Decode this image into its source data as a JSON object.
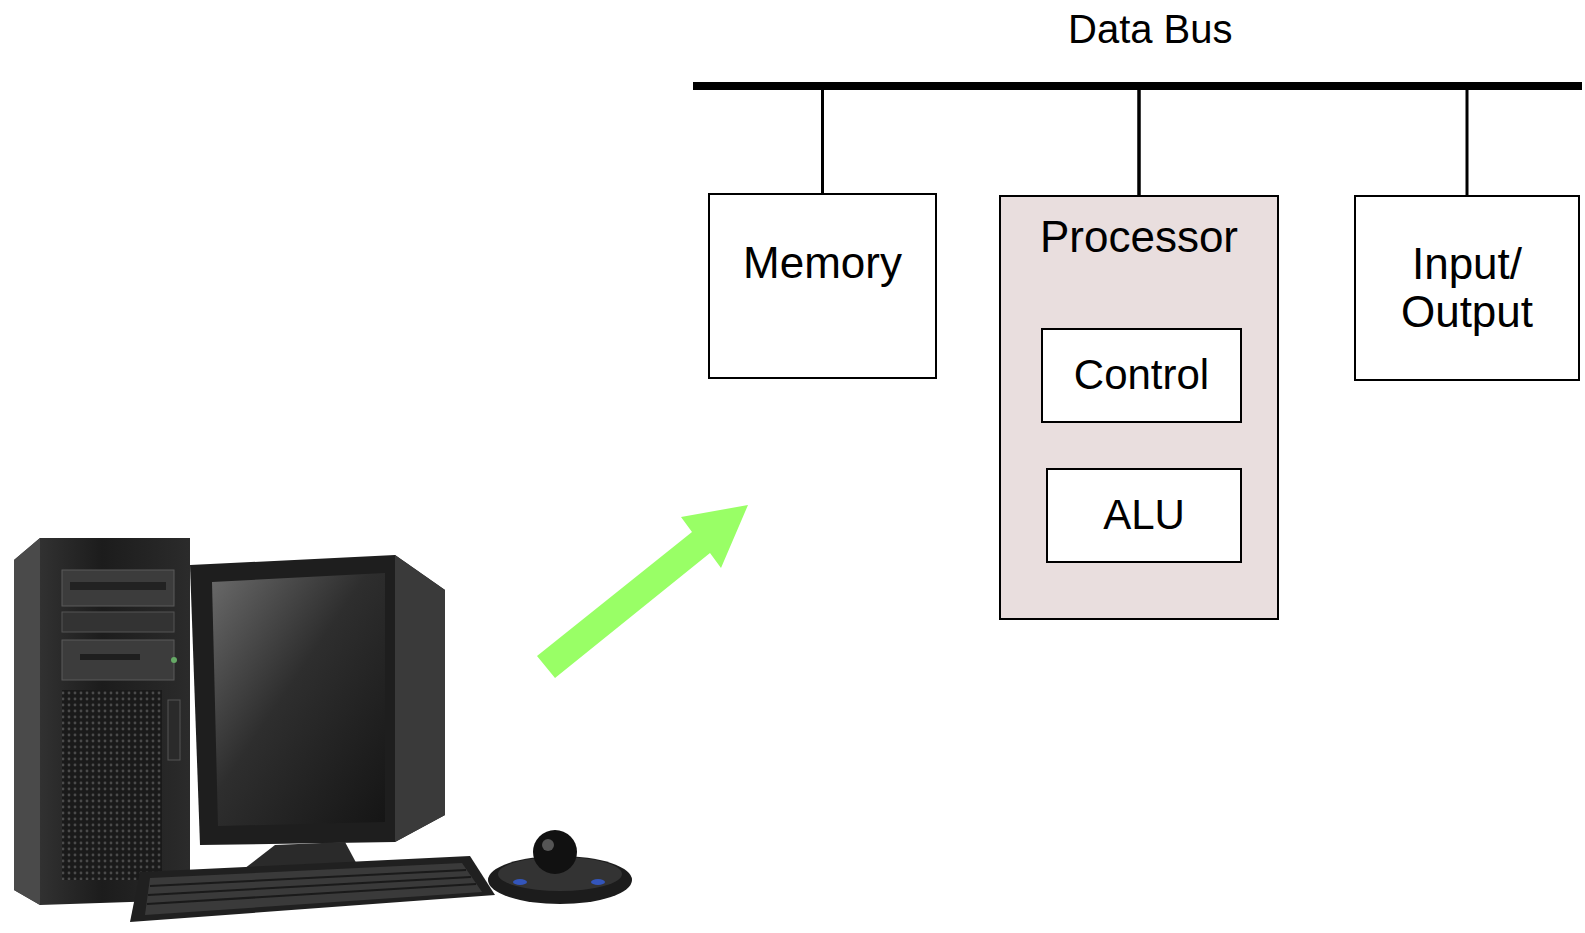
{
  "diagram": {
    "nodes": [
      {
        "text": [
          "Memory"
        ]
      },
      {
        "text": [
          "Processor"
        ]
      },
      {
        "text": [
          "Control"
        ],
        "in": 1
      },
      {
        "text": [
          "ALU"
        ],
        "in": 1
      },
      {
        "text": [
          "Input/ Output"
        ]
      }
    ],
    "edges": [
      {
        "from": 0,
        "to": 1,
        "arrow": "none"
      },
      {
        "from": 1,
        "to": 4,
        "arrow": "none"
      }
    ],
    "labels": [
      "Data Bus"
    ]
  }
}
